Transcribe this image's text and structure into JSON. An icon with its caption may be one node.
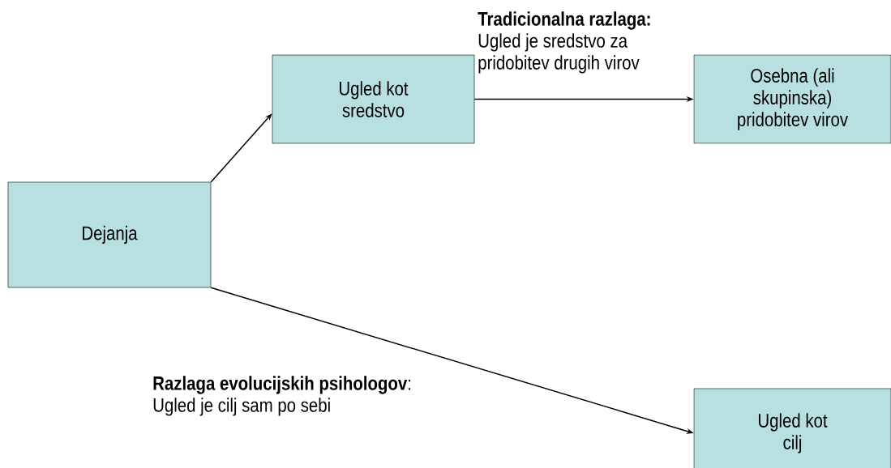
{
  "diagram": {
    "nodes": [
      {
        "text": [
          "Dejanja"
        ]
      },
      {
        "text": [
          "Ugled kot sredstvo"
        ]
      },
      {
        "text": [
          "Osebna (ali skupinska) pridobitev virov"
        ]
      },
      {
        "text": [
          "Ugled kot cilj"
        ]
      }
    ],
    "edges": [
      {
        "from": 0,
        "to": 1,
        "arrow": "to"
      },
      {
        "from": 1,
        "to": 2,
        "arrow": "to",
        "label": "**Tradicionalna razlaga:** Ugled je sredstvo za pridobitev drugih virov"
      },
      {
        "from": 0,
        "to": 3,
        "arrow": "to",
        "label": "**Razlaga evolucijskih psihologov**: Ugled je cilj sam po sebi"
      }
    ]
  }
}
